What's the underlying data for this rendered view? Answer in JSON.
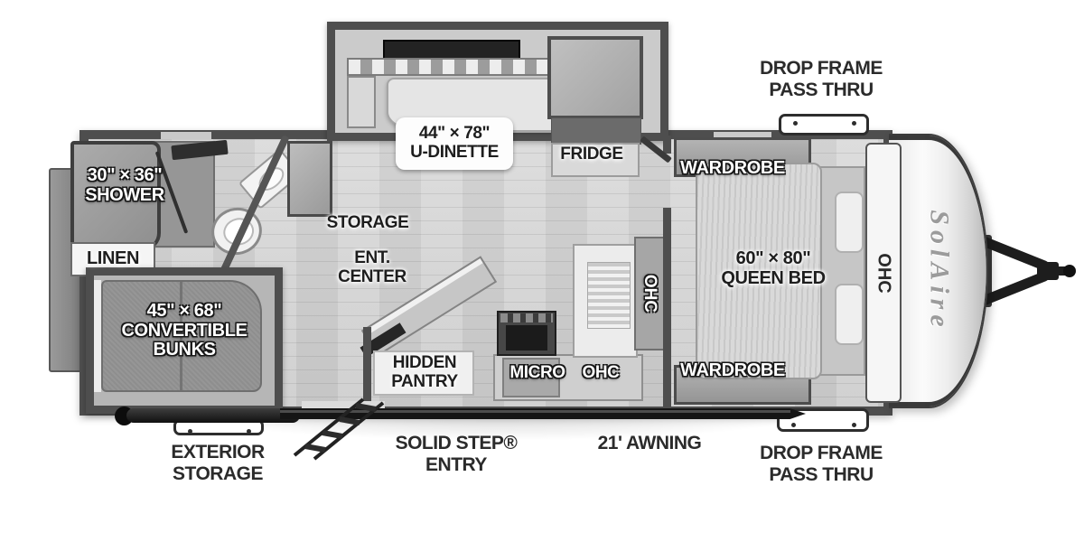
{
  "brand": {
    "logo": "SolAire"
  },
  "colors": {
    "wall": "#4e4e4e",
    "floor": "#d5d5d5",
    "label_dark": "#1e1e1e",
    "label_light": "#ffffff",
    "hardware": "#151515"
  },
  "callouts": {
    "drop_frame_top": "DROP FRAME PASS THRU",
    "drop_frame_bottom": "DROP FRAME PASS THRU",
    "exterior_storage": "EXTERIOR STORAGE",
    "solid_step_entry": "SOLID STEP® ENTRY",
    "awning": "21' AWNING"
  },
  "rooms": {
    "shower_size": "30\" × 36\"",
    "shower_name": "SHOWER",
    "linen": "LINEN",
    "dinette_size": "44\" × 78\"",
    "dinette_name": "U-DINETTE",
    "fridge": "FRIDGE",
    "storage": "STORAGE",
    "ent_center": "ENT. CENTER",
    "hidden_pantry": "HIDDEN PANTRY",
    "micro": "MICRO",
    "counter_ohc": "OHC",
    "kitchen_wall_ohc": "OHC",
    "bunks_size": "45\" × 68\"",
    "bunks_name": "CONVERTIBLE BUNKS",
    "wardrobe_top": "WARDROBE",
    "wardrobe_bottom": "WARDROBE",
    "bed_size": "60\" × 80\"",
    "bed_name": "QUEEN BED",
    "bed_ohc": "OHC"
  }
}
